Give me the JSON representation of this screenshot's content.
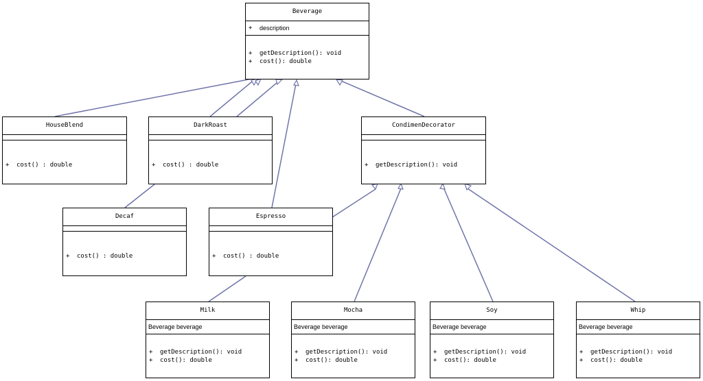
{
  "classes": {
    "beverage": {
      "name": "Beverage",
      "attribute": "description",
      "ops": [
        "getDescription(): void",
        "cost(): double"
      ]
    },
    "houseblend": {
      "name": "HouseBlend",
      "ops": [
        "cost() : double"
      ]
    },
    "darkroast": {
      "name": "DarkRoast",
      "ops": [
        "cost() : double"
      ]
    },
    "condimentdecorator": {
      "name": "CondimenDecorator",
      "ops": [
        "getDescription(): void"
      ]
    },
    "decaf": {
      "name": "Decaf",
      "ops": [
        "cost() : double"
      ]
    },
    "espresso": {
      "name": "Espresso",
      "ops": [
        "cost() : double"
      ]
    },
    "milk": {
      "name": "Milk",
      "attribute": "Beverage beverage",
      "ops": [
        "getDescription(): void",
        "cost(): double"
      ]
    },
    "mocha": {
      "name": "Mocha",
      "attribute": "Beverage beverage",
      "ops": [
        "getDescription(): void",
        "cost(): double"
      ]
    },
    "soy": {
      "name": "Soy",
      "attribute": "Beverage beverage",
      "ops": [
        "getDescription(): void",
        "cost(): double"
      ]
    },
    "whip": {
      "name": "Whip",
      "attribute": "Beverage beverage",
      "ops": [
        "getDescription(): void",
        "cost(): double"
      ]
    }
  },
  "symbols": {
    "visibility": "+"
  },
  "colors": {
    "link": "#6f74a8",
    "border": "#000000"
  }
}
